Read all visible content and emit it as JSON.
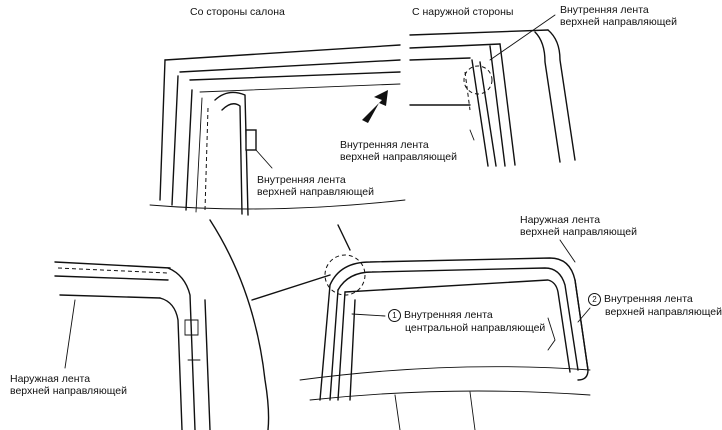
{
  "views": {
    "interior_title": "Со стороны салона",
    "exterior_title": "С наружной стороны"
  },
  "labels": {
    "interior_inner_upper": [
      "Внутренняя лента",
      "верхней направляющей"
    ],
    "exterior_inner_upper_top": [
      "Внутренняя лента",
      "верхней направляющей"
    ],
    "exterior_inner_upper_mid": [
      "Внутренняя лента",
      "верхней направляющей"
    ],
    "outer_upper_main": [
      "Наружная лента",
      "верхней направляющей"
    ],
    "center_inner": {
      "num": "1",
      "lines": [
        "Внутренняя лента",
        "центральной направляющей"
      ]
    },
    "rear_inner_upper": {
      "num": "2",
      "lines": [
        "Внутренняя лента",
        "верхней направляющей"
      ]
    },
    "detail_outer_upper": [
      "Наружная лента",
      "верхней направляющей"
    ]
  }
}
